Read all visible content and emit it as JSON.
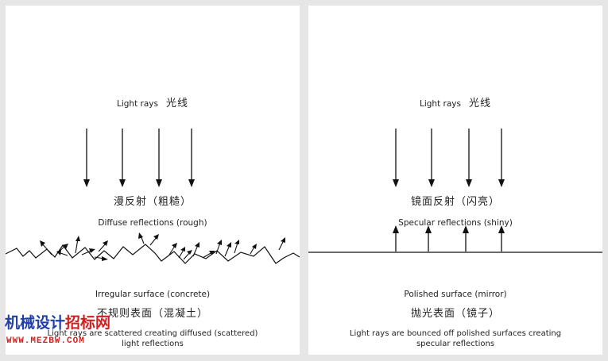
{
  "left": {
    "light_rays_label": "Light rays",
    "light_rays_cn": "光线",
    "reflection_cn": "漫反射（粗糙）",
    "reflection_en": "Diffuse reflections (rough)",
    "surface_en": "Irregular surface (concrete)",
    "surface_cn": "不规则表面（混凝土）",
    "caption_line1": "Light rays are scattered creating diffused (scattered)",
    "caption_line2": "light reflections"
  },
  "right": {
    "light_rays_label": "Light rays",
    "light_rays_cn": "光线",
    "reflection_cn": "镜面反射（闪亮）",
    "reflection_en": "Specular reflections (shiny)",
    "surface_en": "Polished surface (mirror)",
    "surface_cn": "抛光表面（镜子）",
    "caption_line1": "Light rays are bounced off polished surfaces creating",
    "caption_line2": "specular reflections"
  },
  "watermark": {
    "text_a": "机械设计",
    "text_b": "招标网",
    "url": "WWW.MEZBW.COM"
  },
  "colors": {
    "background": "#e6e6e6",
    "panel": "#ffffff",
    "stroke": "#111111",
    "watermark_blue": "#1f3ea8",
    "watermark_red": "#d11f1f"
  }
}
